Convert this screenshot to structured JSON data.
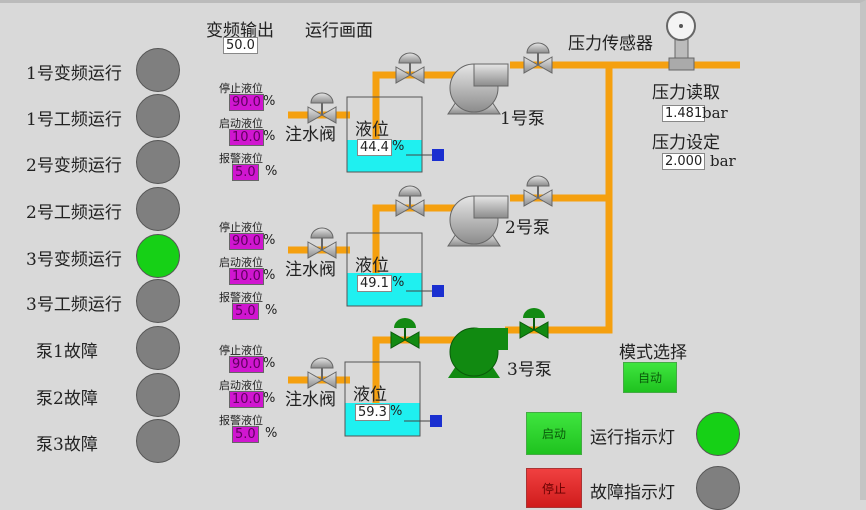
{
  "header": {
    "vfd_output_label": "变频输出",
    "vfd_output_value": "50.0",
    "screen_title": "运行画面"
  },
  "status_list": [
    {
      "label": "1号变频运行",
      "on": false
    },
    {
      "label": "1号工频运行",
      "on": false
    },
    {
      "label": "2号变频运行",
      "on": false
    },
    {
      "label": "2号工频运行",
      "on": false
    },
    {
      "label": "3号变频运行",
      "on": true
    },
    {
      "label": "3号工频运行",
      "on": false
    },
    {
      "label": "泵1故障",
      "on": false
    },
    {
      "label": "泵2故障",
      "on": false
    },
    {
      "label": "泵3故障",
      "on": false
    }
  ],
  "tanks": [
    {
      "stop_label": "停止液位",
      "stop": "90.0",
      "start_label": "启动液位",
      "start": "10.0",
      "alarm_label": "报警液位",
      "alarm": "5.0",
      "unit": "%",
      "valve_label": "注水阀",
      "level_label": "液位",
      "level": "44.4",
      "pump_label": "1号泵"
    },
    {
      "stop_label": "停止液位",
      "stop": "90.0",
      "start_label": "启动液位",
      "start": "10.0",
      "alarm_label": "报警液位",
      "alarm": "5.0",
      "unit": "%",
      "valve_label": "注水阀",
      "level_label": "液位",
      "level": "49.1",
      "pump_label": "2号泵"
    },
    {
      "stop_label": "停止液位",
      "stop": "90.0",
      "start_label": "启动液位",
      "start": "10.0",
      "alarm_label": "报警液位",
      "alarm": "5.0",
      "unit": "%",
      "valve_label": "注水阀",
      "level_label": "液位",
      "level": "59.3",
      "pump_label": "3号泵"
    }
  ],
  "pressure": {
    "sensor_label": "压力传感器",
    "read_label": "压力读取",
    "read_value": "1.481",
    "set_label": "压力设定",
    "set_value": "2.000",
    "unit": "bar"
  },
  "mode": {
    "label": "模式选择",
    "button": "自动"
  },
  "controls": {
    "start_button": "启动",
    "stop_button": "停止",
    "run_light_label": "运行指示灯",
    "fault_light_label": "故障指示灯"
  },
  "colors": {
    "pipe": "#f5a00f",
    "water": "#1ff0f0",
    "lamp_on": "#16d016",
    "lamp_off": "#7f7f7f",
    "pump_running": "#118a11"
  }
}
